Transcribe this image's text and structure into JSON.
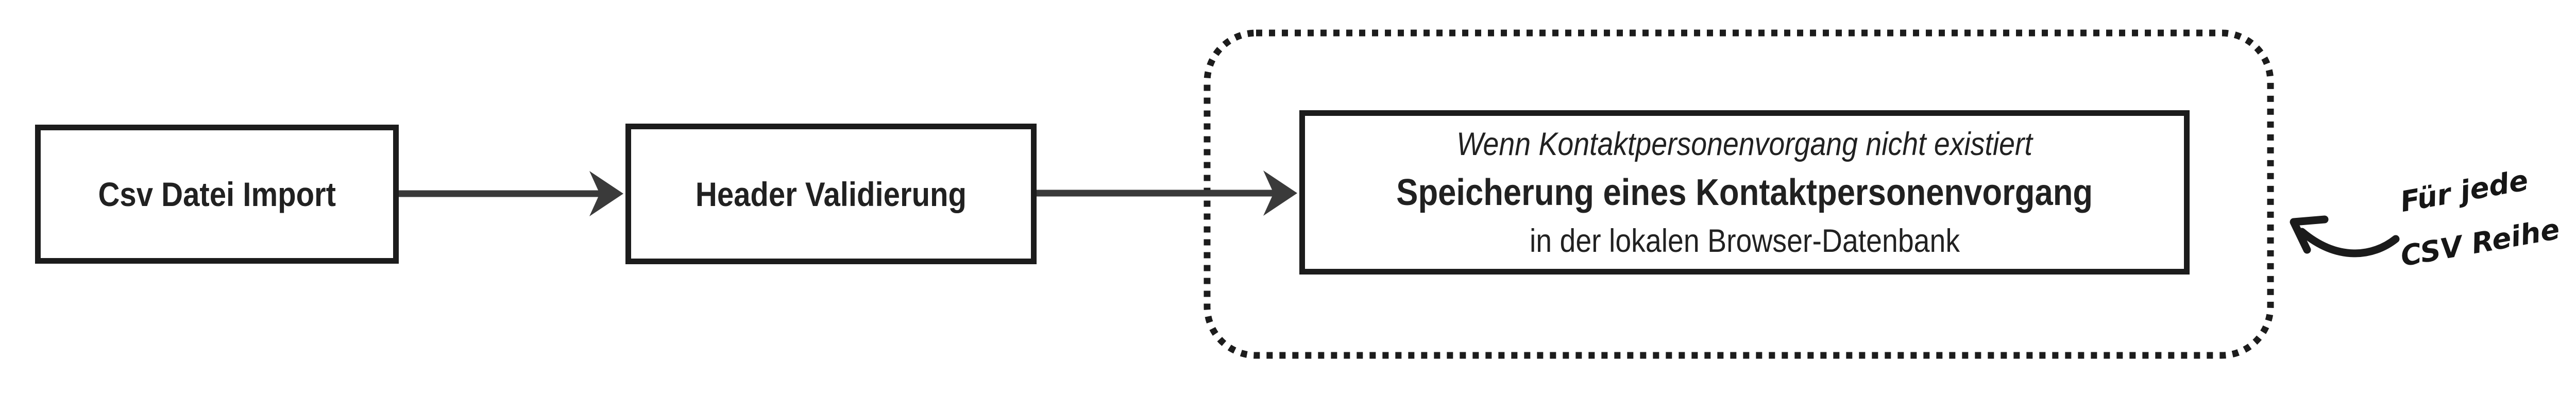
{
  "diagram": {
    "nodes": [
      {
        "id": "csv-import",
        "label": "Csv Datei Import"
      },
      {
        "id": "header-validierung",
        "label": "Header Validierung"
      },
      {
        "id": "speicherung",
        "condition": "Wenn Kontaktpersonenvorgang nicht existiert",
        "title": "Speicherung eines Kontaktpersonenvorgang",
        "subtitle": "in der lokalen Browser-Datenbank"
      }
    ],
    "edges": [
      {
        "from": "csv-import",
        "to": "header-validierung"
      },
      {
        "from": "header-validierung",
        "to": "speicherung"
      }
    ],
    "loop_boundary": {
      "style": "dotted-rounded-rectangle",
      "contains": "speicherung"
    },
    "annotation": {
      "line1": "Für jede",
      "line2": "CSV Reihe",
      "points_to": "loop_boundary"
    },
    "colors": {
      "ink": "#1c1c1c",
      "arrow": "#3a3a3a",
      "text": "#212121",
      "background": "#ffffff"
    }
  }
}
